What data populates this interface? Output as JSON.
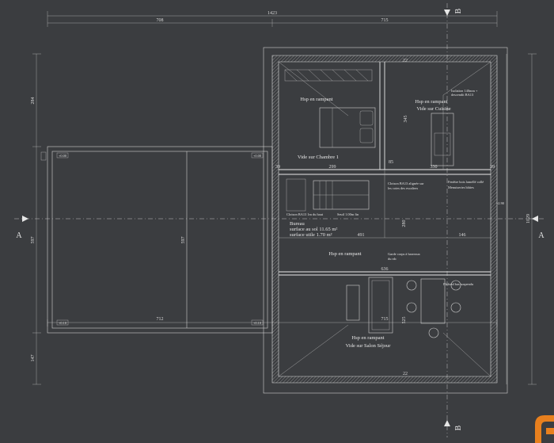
{
  "dimensions": {
    "top_total": "1423",
    "top_left": "708",
    "top_right": "715",
    "bottom_left": "712",
    "bottom_right": "715",
    "left_upper": "284",
    "left_middle": "597",
    "left_lower": "147",
    "right_total": "1029",
    "deck_width": "597",
    "room_top_right": "345",
    "upper_row_left": "299",
    "upper_row_mid": "85",
    "upper_row_right": "330",
    "end_left": "39",
    "end_right": "39",
    "middle_row_left": "491",
    "middle_row_right": "146",
    "stair_mark": "280",
    "lower_row": "636",
    "bottom_room": "525",
    "top_mark": "22",
    "bottom_mark": "22"
  },
  "axes": {
    "section_a_left": "A",
    "section_a_right": "A",
    "section_b_top": "B",
    "section_b_bottom": "B"
  },
  "rooms": {
    "bedroom_line1": "Hsp en rampant",
    "bedroom_line2": "Vide sur Chambre 1",
    "kitchen_line1": "Hsp en rampant",
    "kitchen_line2": "Vide sur Cuisine",
    "mid_label": "Hsp en rampant",
    "salon_line1": "Hsp en rampant",
    "salon_line2": "Vide sur Salon Séjour"
  },
  "notes": {
    "bureau_title": "Bureau",
    "bureau_floor": "surface au sol 11.65 m²",
    "bureau_useful": "surface utile 1.70 m²",
    "kitchen_note_1": "Isolation 140mm +",
    "kitchen_note_2": "descendit BA13",
    "facade_note_1": "Fenêtre bois lamellé collé",
    "facade_note_2": "Menuiseries bâties",
    "stair_note_1": "Cloison BA13 alignée sur",
    "stair_note_2": "les cotes des escaliers",
    "cloison_note": "Cloison BA13 1m du haut",
    "stair_small": "Seuil 1.00m fin",
    "garde_note_1": "Garde corps à barreaux",
    "garde_note_2": "du rdc",
    "salon_note": "Plafond bas suspendu",
    "deck_corner_tl": "+0.00",
    "deck_corner_tr": "+0.00",
    "deck_corner_bl": "+0.10",
    "deck_corner_br": "+0.10",
    "level_tag": "+2.90"
  }
}
